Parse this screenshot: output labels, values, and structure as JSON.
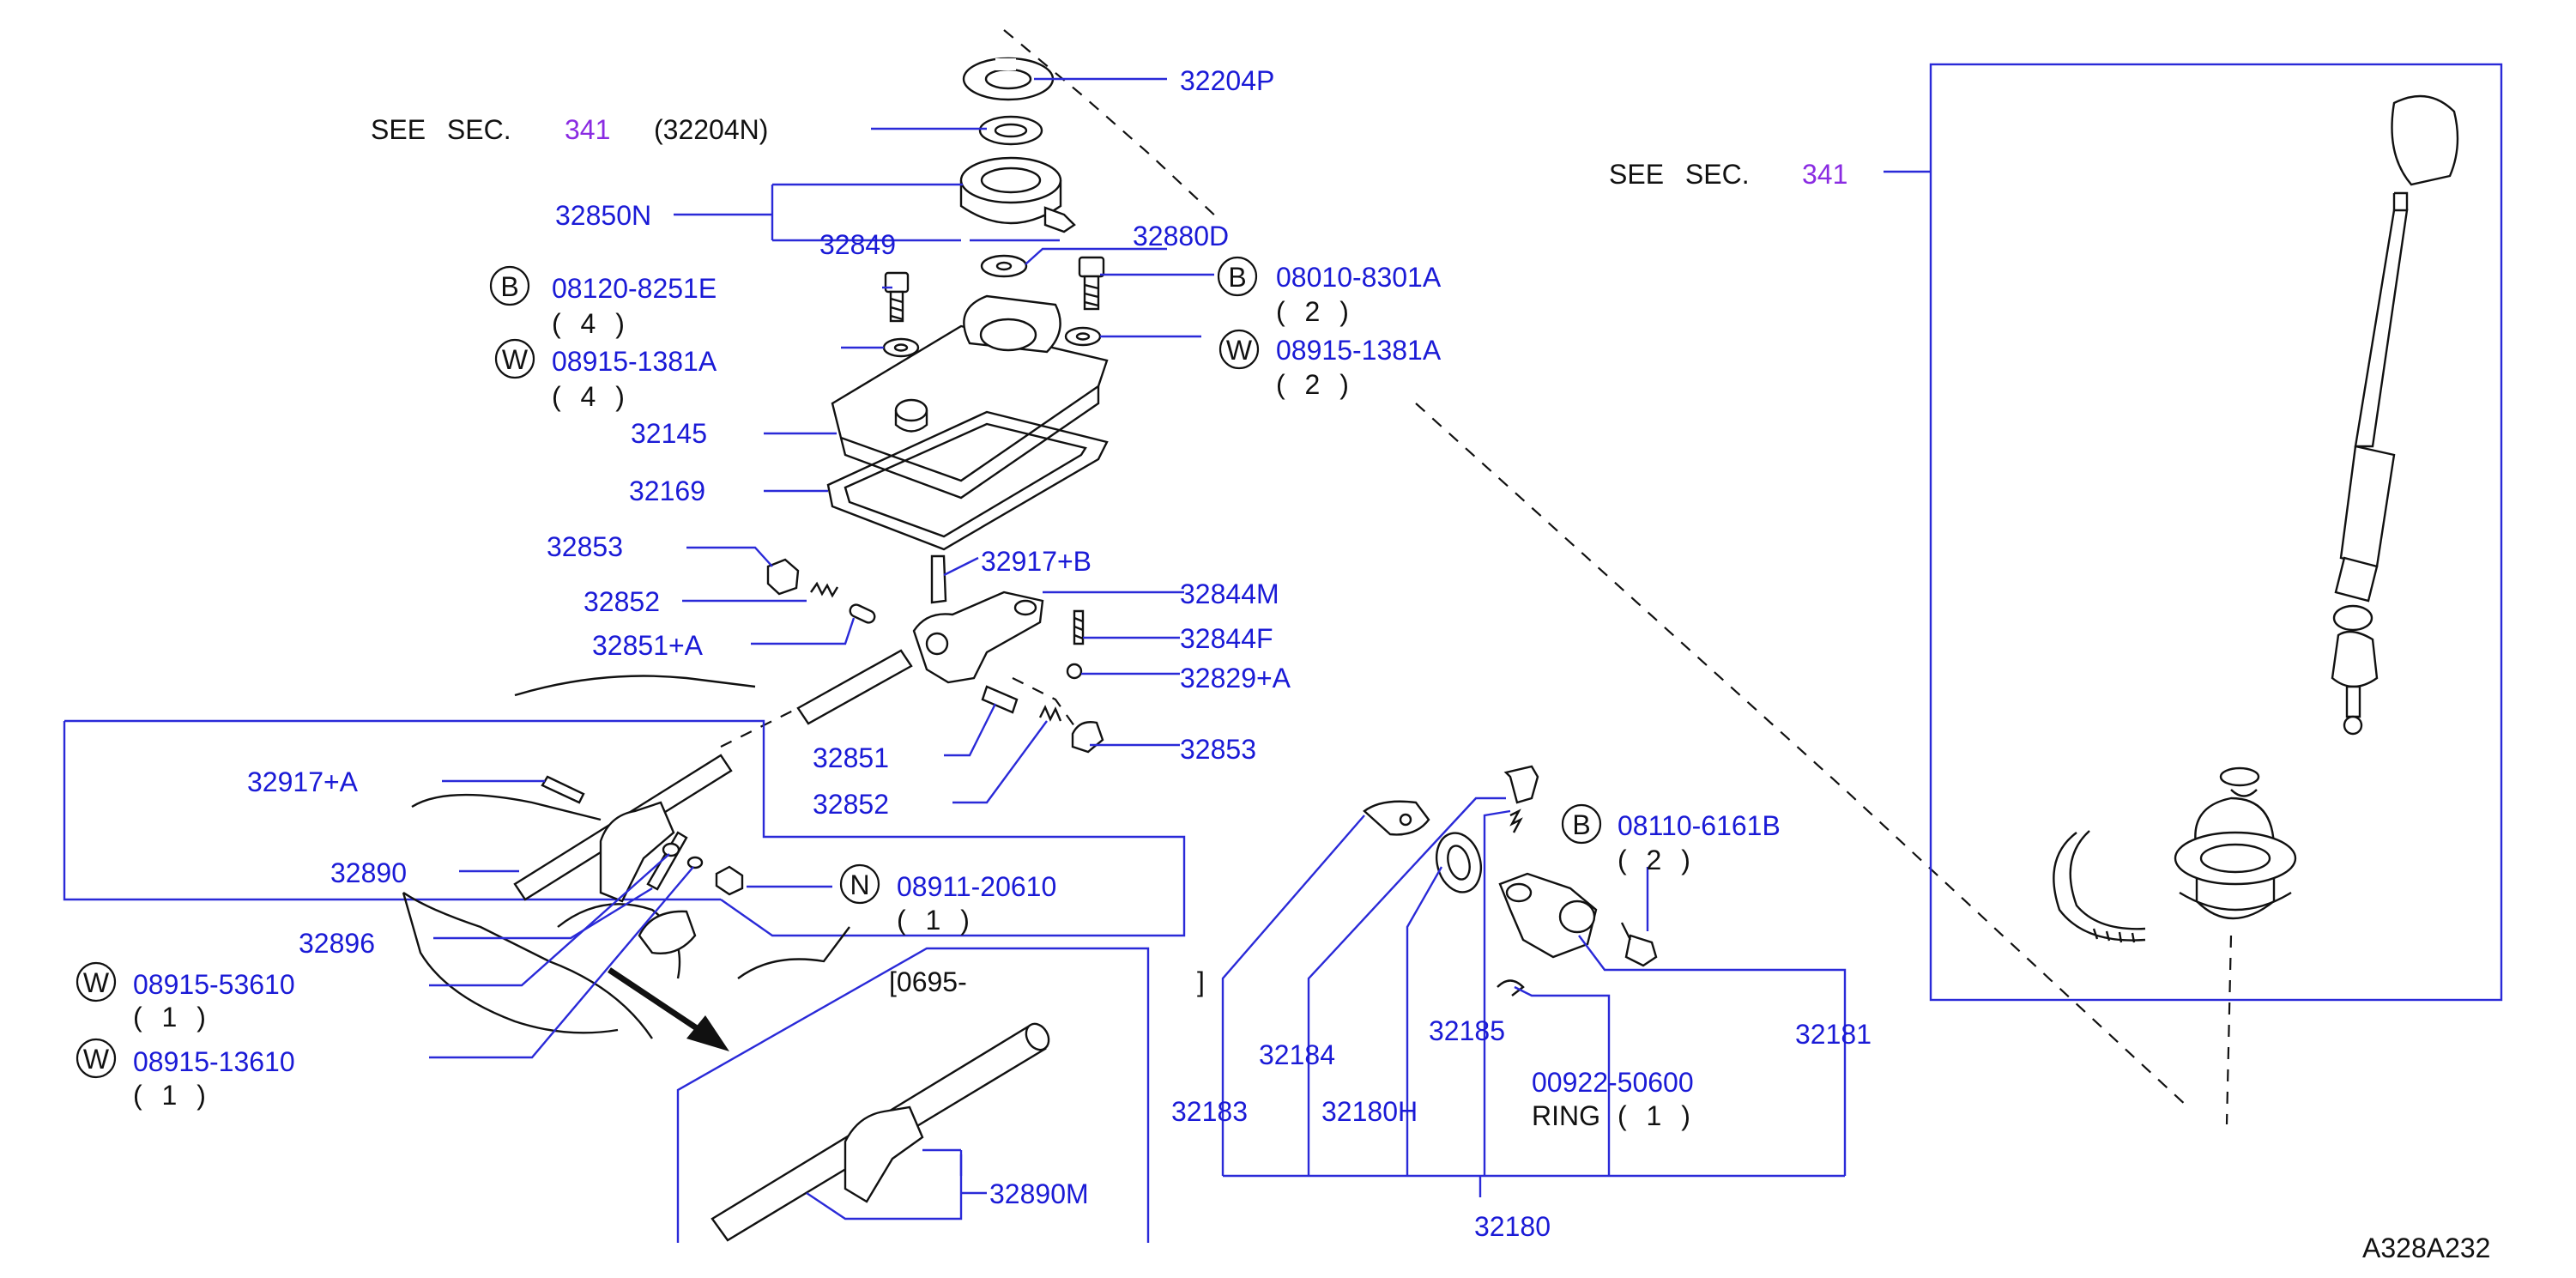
{
  "header_refs": {
    "see_sec_top_prefix": "SEE SEC.",
    "see_sec_top_num": "341",
    "see_sec_top_part": "(32204N)",
    "see_sec_right_prefix": "SEE SEC.",
    "see_sec_right_num": "341"
  },
  "callouts": {
    "p32204P": "32204P",
    "p32850N": "32850N",
    "p32849": "32849",
    "p32880D": "32880D",
    "b_08120": "08120-8251E",
    "q_08120": "( 4 )",
    "w_08915a_left": "08915-1381A",
    "q_08915a_left": "( 4 )",
    "b_08010": "08010-8301A",
    "q_08010": "( 2 )",
    "w_08915a_right": "08915-1381A",
    "q_08915a_right": "( 2 )",
    "p32145": "32145",
    "p32169": "32169",
    "p32853_top": "32853",
    "p32852_top": "32852",
    "p32851A": "32851+A",
    "p32917B": "32917+B",
    "p32844M": "32844M",
    "p32844F": "32844F",
    "p32829A": "32829+A",
    "p32851": "32851",
    "p32853_bot": "32853",
    "p32852_bot": "32852",
    "p32917A": "32917+A",
    "p32890": "32890",
    "p32896": "32896",
    "n_08911": "08911-20610",
    "q_08911": "( 1 )",
    "w_08915_53610": "08915-53610",
    "q_08915_53610": "( 1 )",
    "w_08915_13610": "08915-13610",
    "q_08915_13610": "( 1 )",
    "date_open": "[0695-",
    "date_close": "]",
    "p32890M": "32890M",
    "b_08110": "08110-6161B",
    "q_08110": "( 2 )",
    "p32184": "32184",
    "p32185": "32185",
    "p32181": "32181",
    "p32183": "32183",
    "p32180H": "32180H",
    "p00922": "00922-50600",
    "ring_label": "RING",
    "ring_qty": "( 1 )",
    "p32180": "32180",
    "diagram_code": "A328A232"
  },
  "badges": {
    "b": "B",
    "w": "W",
    "n": "N"
  },
  "colors": {
    "part_number": "#1a1ad6",
    "section_ref": "#8a2be2",
    "leader_line": "#2a2ad8",
    "ink": "#111111"
  }
}
